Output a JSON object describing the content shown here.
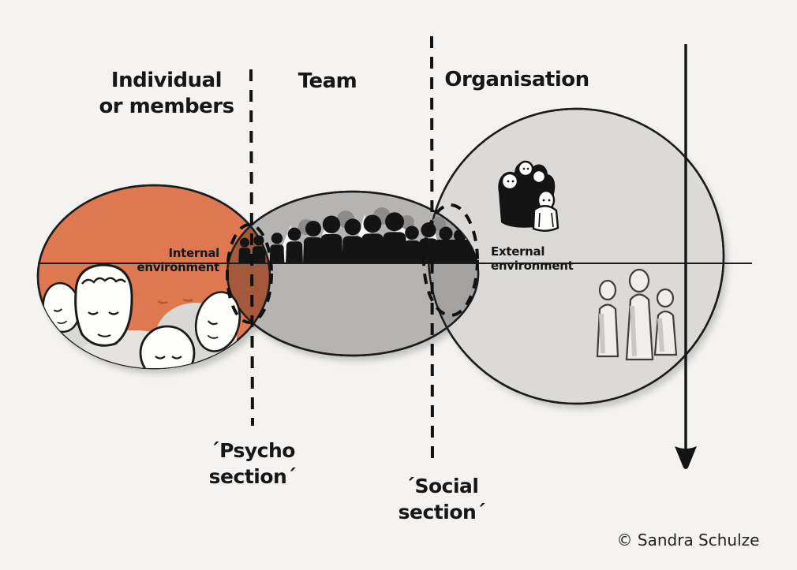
{
  "headings": {
    "individual": {
      "line1": "Individual",
      "line2": "or members"
    },
    "team": {
      "label": "Team"
    },
    "organisation": {
      "label": "Organisation"
    }
  },
  "environment_labels": {
    "internal": {
      "line1": "Internal",
      "line2": "environment"
    },
    "external": {
      "line1": "External",
      "line2": "environment"
    }
  },
  "section_labels": {
    "psycho": {
      "line1": "´Psycho",
      "line2": "section´"
    },
    "social": {
      "line1": "´Social",
      "line2": "section´"
    }
  },
  "credit": {
    "text": "© Sandra Schulze"
  },
  "colors": {
    "background": "#f4f3f1",
    "individual_fill": "#dd7850",
    "individual_team_overlap": "#a5593c",
    "team_fill": "#b5b4b3",
    "team_org_overlap": "#a3a2a1",
    "organisation_fill": "#dbdad8",
    "line": "#1c1c1c",
    "silhouette": "#141414"
  },
  "icons": {
    "faces": "individual-faces-illustration",
    "crowd": "team-crowd-silhouette",
    "org_group": "organisation-people-group-icon",
    "org_trio": "organisation-people-trio-icon",
    "arrow": "downward-arrow-icon"
  }
}
